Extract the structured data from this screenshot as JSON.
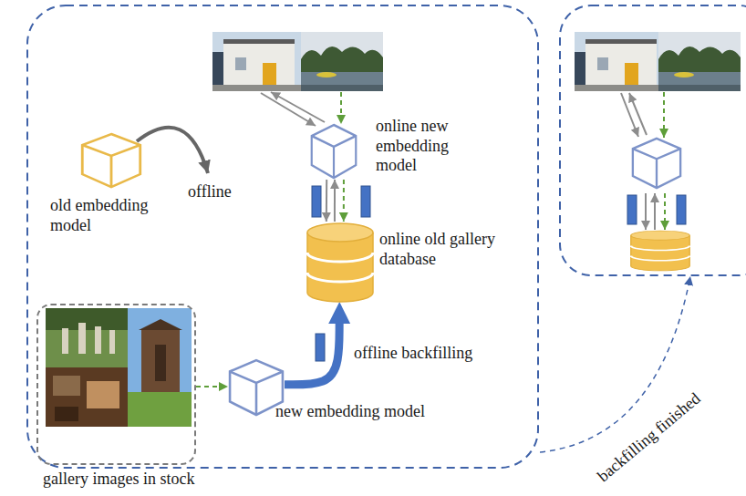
{
  "diagram": {
    "nodes": [
      {
        "text": [
          "old embedding model"
        ]
      },
      {
        "text": [
          "online new embedding model"
        ]
      },
      {
        "text": [
          "online old gallery database"
        ]
      },
      {
        "text": [
          "gallery images in stock"
        ]
      },
      {
        "text": [
          "new embedding model"
        ]
      }
    ],
    "edges": [
      {
        "from": 3,
        "to": 4,
        "arrow": "to"
      },
      {
        "from": 4,
        "to": 2,
        "arrow": "to",
        "label": "offline backfilling"
      },
      {
        "from": 1,
        "to": 2,
        "arrow": "to"
      },
      {
        "from": 2,
        "to": 1,
        "arrow": "to"
      },
      {
        "from": 1,
        "to": 2,
        "arrow": "to"
      }
    ],
    "labels": [
      "offline",
      "backfilling finished"
    ]
  }
}
